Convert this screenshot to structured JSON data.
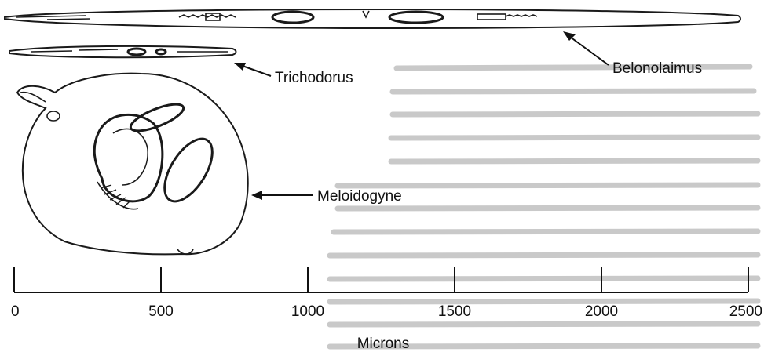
{
  "labels": {
    "belonolaimus": "Belonolaimus",
    "trichodorus": "Trichodorus",
    "meloidogyne": "Meloidogyne"
  },
  "scale": {
    "unit_label": "Microns",
    "ticks": [
      "0",
      "500",
      "1000",
      "1500",
      "2000",
      "2500"
    ],
    "tick_values": [
      0,
      500,
      1000,
      1500,
      2000,
      2500
    ]
  }
}
